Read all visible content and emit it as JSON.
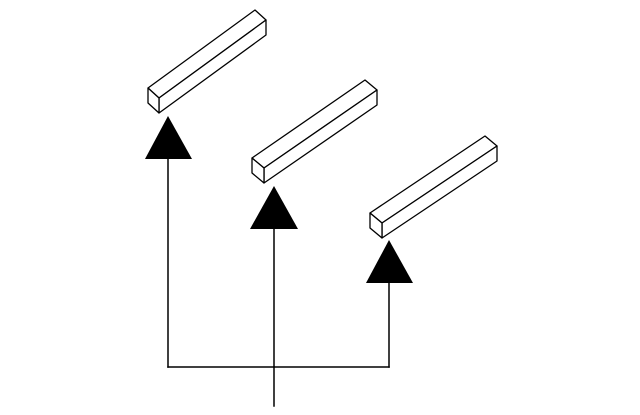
{
  "diagram": {
    "colors": {
      "line": "#000000",
      "arrow": "#000000",
      "bar_fill": "#ffffff",
      "background": "#ffffff"
    },
    "branches": [
      {
        "id": "left"
      },
      {
        "id": "middle"
      },
      {
        "id": "right"
      }
    ]
  }
}
